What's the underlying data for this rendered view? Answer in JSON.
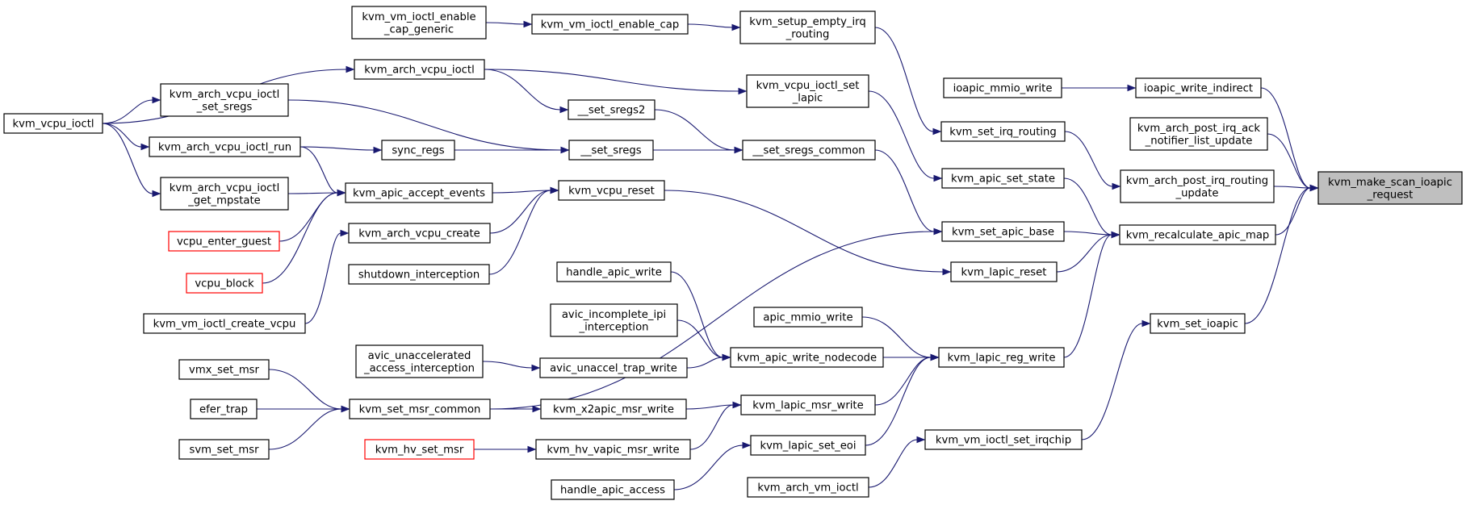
{
  "diagram": {
    "nodes": {
      "root": {
        "lines": [
          "kvm_make_scan_ioapic",
          "_request"
        ],
        "style": "root"
      },
      "ioapic_write_indirect": {
        "lines": [
          "ioapic_write_indirect"
        ]
      },
      "ioapic_mmio_write": {
        "lines": [
          "ioapic_mmio_write"
        ]
      },
      "kvm_arch_post_irq_ack": {
        "lines": [
          "kvm_arch_post_irq_ack",
          "_notifier_list_update"
        ]
      },
      "kvm_arch_post_irq_routing": {
        "lines": [
          "kvm_arch_post_irq_routing",
          "_update"
        ]
      },
      "kvm_recalculate_apic_map": {
        "lines": [
          "kvm_recalculate_apic_map"
        ]
      },
      "kvm_set_ioapic": {
        "lines": [
          "kvm_set_ioapic"
        ]
      },
      "kvm_vm_ioctl_enable_cap_generic": {
        "lines": [
          "kvm_vm_ioctl_enable",
          "_cap_generic"
        ]
      },
      "kvm_vm_ioctl_enable_cap": {
        "lines": [
          "kvm_vm_ioctl_enable_cap"
        ]
      },
      "kvm_setup_empty_irq_routing": {
        "lines": [
          "kvm_setup_empty_irq",
          "_routing"
        ]
      },
      "kvm_set_irq_routing": {
        "lines": [
          "kvm_set_irq_routing"
        ]
      },
      "kvm_arch_vcpu_ioctl": {
        "lines": [
          "kvm_arch_vcpu_ioctl"
        ]
      },
      "kvm_vcpu_ioctl_set_lapic": {
        "lines": [
          "kvm_vcpu_ioctl_set",
          "_lapic"
        ]
      },
      "kvm_apic_set_state": {
        "lines": [
          "kvm_apic_set_state"
        ]
      },
      "kvm_vcpu_ioctl": {
        "lines": [
          "kvm_vcpu_ioctl"
        ]
      },
      "kvm_arch_vcpu_ioctl_set_sregs": {
        "lines": [
          "kvm_arch_vcpu_ioctl",
          "_set_sregs"
        ]
      },
      "set_sregs2": {
        "lines": [
          "__set_sregs2"
        ]
      },
      "kvm_arch_vcpu_ioctl_run": {
        "lines": [
          "kvm_arch_vcpu_ioctl_run"
        ]
      },
      "sync_regs": {
        "lines": [
          "sync_regs"
        ]
      },
      "set_sregs": {
        "lines": [
          "__set_sregs"
        ]
      },
      "set_sregs_common": {
        "lines": [
          "__set_sregs_common"
        ]
      },
      "kvm_set_apic_base": {
        "lines": [
          "kvm_set_apic_base"
        ]
      },
      "kvm_arch_vcpu_ioctl_get_mpstate": {
        "lines": [
          "kvm_arch_vcpu_ioctl",
          "_get_mpstate"
        ]
      },
      "kvm_apic_accept_events": {
        "lines": [
          "kvm_apic_accept_events"
        ]
      },
      "kvm_vcpu_reset": {
        "lines": [
          "kvm_vcpu_reset"
        ]
      },
      "kvm_lapic_reset": {
        "lines": [
          "kvm_lapic_reset"
        ]
      },
      "vcpu_enter_guest": {
        "lines": [
          "vcpu_enter_guest"
        ],
        "style": "red"
      },
      "kvm_arch_vcpu_create": {
        "lines": [
          "kvm_arch_vcpu_create"
        ]
      },
      "vcpu_block": {
        "lines": [
          "vcpu_block"
        ],
        "style": "red"
      },
      "shutdown_interception": {
        "lines": [
          "shutdown_interception"
        ]
      },
      "handle_apic_write": {
        "lines": [
          "handle_apic_write"
        ]
      },
      "kvm_vm_ioctl_create_vcpu": {
        "lines": [
          "kvm_vm_ioctl_create_vcpu"
        ]
      },
      "apic_mmio_write": {
        "lines": [
          "apic_mmio_write"
        ]
      },
      "avic_incomplete_ipi": {
        "lines": [
          "avic_incomplete_ipi",
          "_interception"
        ]
      },
      "avic_unaccelerated": {
        "lines": [
          "avic_unaccelerated",
          "_access_interception"
        ]
      },
      "avic_unaccel_trap_write": {
        "lines": [
          "avic_unaccel_trap_write"
        ]
      },
      "kvm_apic_write_nodecode": {
        "lines": [
          "kvm_apic_write_nodecode"
        ]
      },
      "kvm_lapic_reg_write": {
        "lines": [
          "kvm_lapic_reg_write"
        ]
      },
      "vmx_set_msr": {
        "lines": [
          "vmx_set_msr"
        ]
      },
      "efer_trap": {
        "lines": [
          "efer_trap"
        ]
      },
      "kvm_set_msr_common": {
        "lines": [
          "kvm_set_msr_common"
        ]
      },
      "kvm_x2apic_msr_write": {
        "lines": [
          "kvm_x2apic_msr_write"
        ]
      },
      "kvm_lapic_msr_write": {
        "lines": [
          "kvm_lapic_msr_write"
        ]
      },
      "svm_set_msr": {
        "lines": [
          "svm_set_msr"
        ]
      },
      "kvm_hv_set_msr": {
        "lines": [
          "kvm_hv_set_msr"
        ],
        "style": "red"
      },
      "kvm_hv_vapic_msr_write": {
        "lines": [
          "kvm_hv_vapic_msr_write"
        ]
      },
      "kvm_lapic_set_eoi": {
        "lines": [
          "kvm_lapic_set_eoi"
        ]
      },
      "kvm_vm_ioctl_set_irqchip": {
        "lines": [
          "kvm_vm_ioctl_set_irqchip"
        ]
      },
      "handle_apic_access": {
        "lines": [
          "handle_apic_access"
        ]
      },
      "kvm_arch_vm_ioctl": {
        "lines": [
          "kvm_arch_vm_ioctl"
        ]
      }
    },
    "edges": [
      [
        "ioapic_write_indirect",
        "root"
      ],
      [
        "kvm_arch_post_irq_ack",
        "root"
      ],
      [
        "kvm_arch_post_irq_routing",
        "root"
      ],
      [
        "kvm_recalculate_apic_map",
        "root"
      ],
      [
        "kvm_set_ioapic",
        "root"
      ],
      [
        "ioapic_mmio_write",
        "ioapic_write_indirect"
      ],
      [
        "kvm_set_irq_routing",
        "kvm_arch_post_irq_routing"
      ],
      [
        "kvm_apic_set_state",
        "kvm_recalculate_apic_map"
      ],
      [
        "kvm_set_apic_base",
        "kvm_recalculate_apic_map"
      ],
      [
        "kvm_lapic_reset",
        "kvm_recalculate_apic_map"
      ],
      [
        "kvm_lapic_reg_write",
        "kvm_recalculate_apic_map"
      ],
      [
        "kvm_vm_ioctl_set_irqchip",
        "kvm_set_ioapic"
      ],
      [
        "kvm_vm_ioctl_enable_cap_generic",
        "kvm_vm_ioctl_enable_cap"
      ],
      [
        "kvm_vm_ioctl_enable_cap",
        "kvm_setup_empty_irq_routing"
      ],
      [
        "kvm_setup_empty_irq_routing",
        "kvm_set_irq_routing"
      ],
      [
        "kvm_vcpu_ioctl",
        "kvm_arch_vcpu_ioctl"
      ],
      [
        "kvm_vcpu_ioctl",
        "kvm_arch_vcpu_ioctl_set_sregs"
      ],
      [
        "kvm_vcpu_ioctl",
        "kvm_arch_vcpu_ioctl_run"
      ],
      [
        "kvm_vcpu_ioctl",
        "kvm_arch_vcpu_ioctl_get_mpstate"
      ],
      [
        "kvm_arch_vcpu_ioctl",
        "kvm_vcpu_ioctl_set_lapic"
      ],
      [
        "kvm_arch_vcpu_ioctl",
        "set_sregs2"
      ],
      [
        "kvm_vcpu_ioctl_set_lapic",
        "kvm_apic_set_state"
      ],
      [
        "kvm_arch_vcpu_ioctl_set_sregs",
        "set_sregs"
      ],
      [
        "kvm_arch_vcpu_ioctl_run",
        "sync_regs"
      ],
      [
        "kvm_arch_vcpu_ioctl_run",
        "kvm_apic_accept_events"
      ],
      [
        "kvm_arch_vcpu_ioctl_get_mpstate",
        "kvm_apic_accept_events"
      ],
      [
        "sync_regs",
        "set_sregs"
      ],
      [
        "set_sregs2",
        "set_sregs_common"
      ],
      [
        "set_sregs",
        "set_sregs_common"
      ],
      [
        "set_sregs_common",
        "kvm_set_apic_base"
      ],
      [
        "kvm_apic_accept_events",
        "kvm_vcpu_reset"
      ],
      [
        "vcpu_enter_guest",
        "kvm_apic_accept_events"
      ],
      [
        "vcpu_block",
        "kvm_apic_accept_events"
      ],
      [
        "kvm_arch_vcpu_create",
        "kvm_vcpu_reset"
      ],
      [
        "shutdown_interception",
        "kvm_vcpu_reset"
      ],
      [
        "kvm_vm_ioctl_create_vcpu",
        "kvm_arch_vcpu_create"
      ],
      [
        "kvm_vcpu_reset",
        "kvm_lapic_reset"
      ],
      [
        "kvm_set_msr_common",
        "kvm_set_apic_base"
      ],
      [
        "handle_apic_write",
        "kvm_apic_write_nodecode"
      ],
      [
        "avic_incomplete_ipi",
        "kvm_apic_write_nodecode"
      ],
      [
        "avic_unaccelerated",
        "avic_unaccel_trap_write"
      ],
      [
        "avic_unaccel_trap_write",
        "kvm_apic_write_nodecode"
      ],
      [
        "kvm_apic_write_nodecode",
        "kvm_lapic_reg_write"
      ],
      [
        "apic_mmio_write",
        "kvm_lapic_reg_write"
      ],
      [
        "kvm_lapic_msr_write",
        "kvm_lapic_reg_write"
      ],
      [
        "kvm_lapic_set_eoi",
        "kvm_lapic_reg_write"
      ],
      [
        "vmx_set_msr",
        "kvm_set_msr_common"
      ],
      [
        "efer_trap",
        "kvm_set_msr_common"
      ],
      [
        "svm_set_msr",
        "kvm_set_msr_common"
      ],
      [
        "kvm_set_msr_common",
        "kvm_x2apic_msr_write"
      ],
      [
        "kvm_x2apic_msr_write",
        "kvm_lapic_msr_write"
      ],
      [
        "kvm_hv_set_msr",
        "kvm_hv_vapic_msr_write"
      ],
      [
        "kvm_hv_vapic_msr_write",
        "kvm_lapic_msr_write"
      ],
      [
        "handle_apic_access",
        "kvm_lapic_set_eoi"
      ],
      [
        "kvm_arch_vm_ioctl",
        "kvm_vm_ioctl_set_irqchip"
      ]
    ]
  }
}
